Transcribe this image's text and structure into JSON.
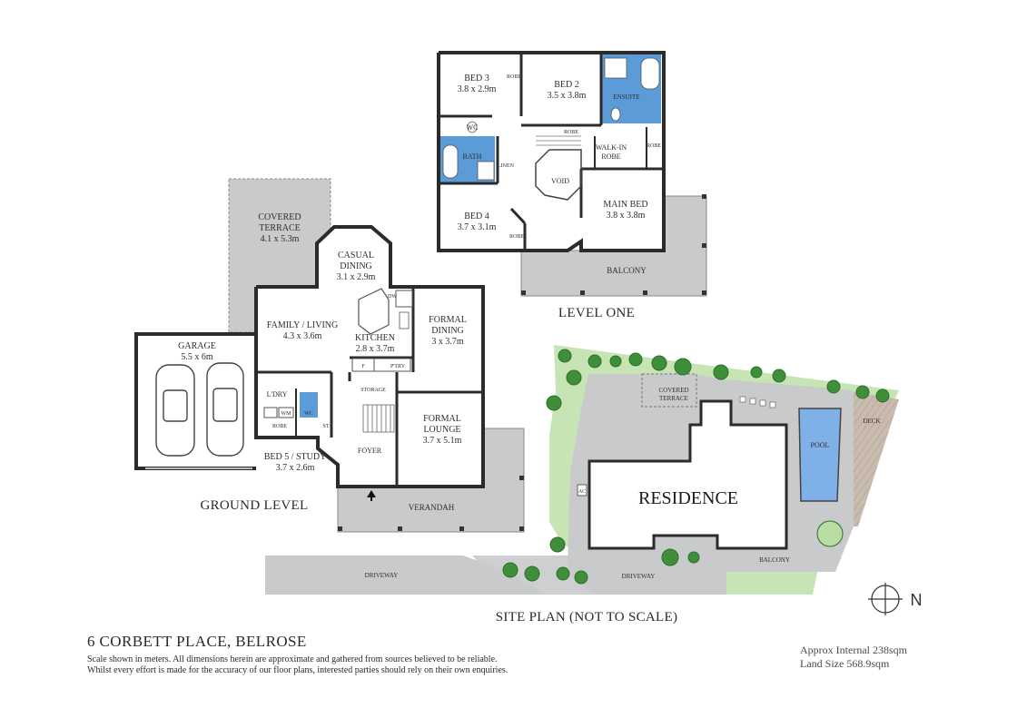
{
  "property": {
    "address": "6 CORBETT PLACE, BELROSE",
    "disclaimer_line1": "Scale shown in meters. All dimensions herein are approximate and gathered from sources believed to be  reliable.",
    "disclaimer_line2": "Whilst every effort is made for the accuracy of our floor plans, interested parties should rely on their own enquiries.",
    "internal_area": "Approx Internal 238sqm",
    "land_size": "Land Size  568.9sqm"
  },
  "levels": {
    "ground": "GROUND LEVEL",
    "one": "LEVEL ONE",
    "site": "SITE PLAN (NOT TO SCALE)"
  },
  "ground_rooms": {
    "covered_terrace": {
      "name": "COVERED",
      "name2": "TERRACE",
      "size": "4.1 x 5.3m"
    },
    "casual_dining": {
      "name": "CASUAL",
      "name2": "DINING",
      "size": "3.1 x 2.9m"
    },
    "family_living": {
      "name": "FAMILY / LIVING",
      "size": "4.3 x 3.6m"
    },
    "kitchen": {
      "name": "KITCHEN",
      "size": "2.8 x 3.7m"
    },
    "formal_dining": {
      "name": "FORMAL",
      "name2": "DINING",
      "size": "3 x 3.7m"
    },
    "garage": {
      "name": "GARAGE",
      "size": "5.5 x 6m"
    },
    "ldry": "L'DRY",
    "wm": "WM",
    "wc": "WC",
    "robe": "ROBE",
    "st": "ST",
    "dw": "DW",
    "f": "F",
    "ptry": "P'TRY",
    "storage": "STORAGE",
    "foyer": "FOYER",
    "formal_lounge": {
      "name": "FORMAL",
      "name2": "LOUNGE",
      "size": "3.7 x 5.1m"
    },
    "bed5": {
      "name": "BED 5 / STUDY",
      "size": "3.7 x 2.6m"
    },
    "verandah": "VERANDAH"
  },
  "level_one_rooms": {
    "bed3": {
      "name": "BED 3",
      "size": "3.8 x 2.9m"
    },
    "bed2": {
      "name": "BED 2",
      "size": "3.5 x 3.8m"
    },
    "ensuite": "ENSUITE",
    "robe": "ROBE",
    "wc": "WC",
    "bath": "BATH",
    "linen": "LINEN",
    "walkin": {
      "name": "WALK-IN",
      "name2": "ROBE"
    },
    "void": "VOID",
    "bed4": {
      "name": "BED 4",
      "size": "3.7 x 3.1m"
    },
    "main_bed": {
      "name": "MAIN BED",
      "size": "3.8 x 3.8m"
    },
    "balcony": "BALCONY"
  },
  "site": {
    "residence": "RESIDENCE",
    "covered_terrace": {
      "name": "COVERED",
      "name2": "TERRACE"
    },
    "pool": "POOL",
    "deck": "DECK",
    "ac": "AC",
    "balcony": "BALCONY",
    "driveway": "DRIVEWAY",
    "north": "N"
  },
  "colors": {
    "wall": "#2b2b2b",
    "outdoor": "#c9cacb",
    "wet": "#5b9bd8",
    "lawn": "#c7e5b4",
    "pool": "#7fb1e8",
    "deck": "#c7b8a9"
  }
}
